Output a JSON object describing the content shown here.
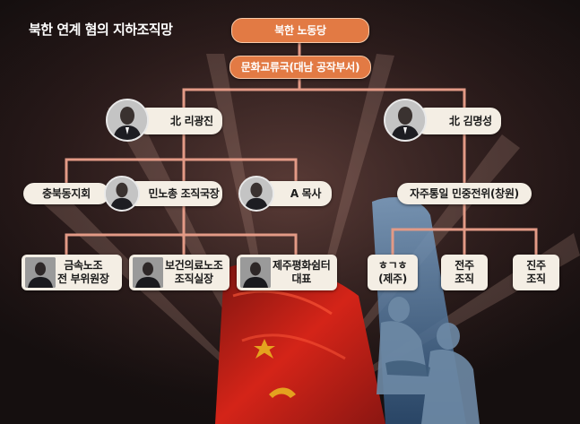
{
  "title": "북한 연계 혐의 지하조직망",
  "top": {
    "party": "북한 노동당",
    "bureau": "문화교류국(대남 공작부서)"
  },
  "leaders": [
    {
      "label": "北 리광진"
    },
    {
      "label": "北 김명성"
    }
  ],
  "left_branch": [
    {
      "label": "충북동지회"
    },
    {
      "label": "민노총 조직국장"
    },
    {
      "label": "A 목사"
    }
  ],
  "left_members": [
    {
      "label": "금속노조\n전 부위원장"
    },
    {
      "label": "보건의료노조\n조직실장"
    },
    {
      "label": "제주평화쉼터\n대표"
    }
  ],
  "right_branch": {
    "label": "자주통일 민중전위(창원)"
  },
  "right_members": [
    {
      "label": "ㅎㄱㅎ\n(제주)"
    },
    {
      "label": "전주\n조직"
    },
    {
      "label": "진주\n조직"
    }
  ],
  "colors": {
    "accent": "#e27a44",
    "connector": "#e39a86",
    "box": "#f4eee4",
    "flag_red": "#c8201a",
    "flag_yellow": "#e8b020"
  },
  "icons": [
    "person-photo-icon"
  ]
}
